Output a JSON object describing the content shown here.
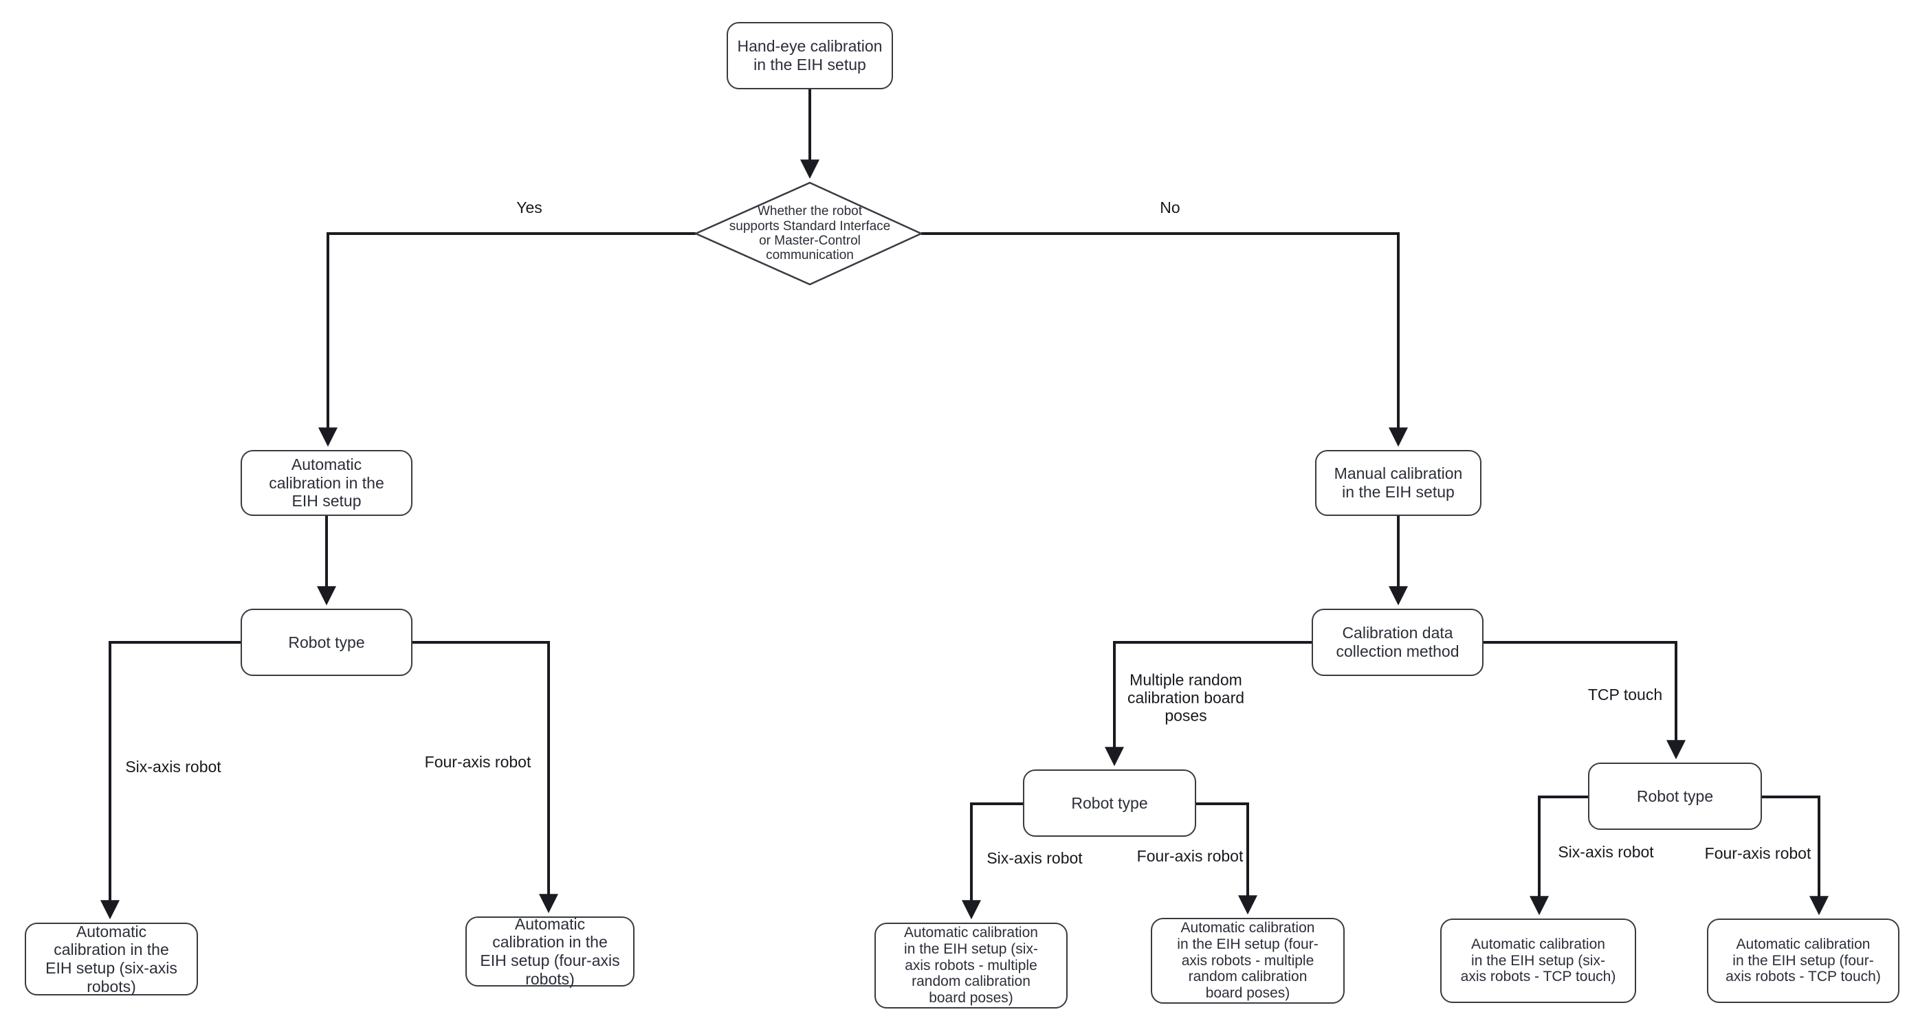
{
  "flowchart": {
    "title_node": "Hand-eye calibration in the EIH setup",
    "colors": {
      "background": "#ffffff",
      "node_fill": "#ffffff",
      "node_border": "#383b42",
      "connector": "#1a1b20",
      "text": "#2b2e38"
    },
    "nodes": {
      "root": {
        "label": "Hand-eye calibration\nin the EIH setup"
      },
      "decision": {
        "label": "Whether the robot\nsupports Standard Interface\nor Master-Control\ncommunication"
      },
      "auto_eih": {
        "label": "Automatic\ncalibration in the\nEIH setup"
      },
      "robot_type_left": {
        "label": "Robot type"
      },
      "manual_eih": {
        "label": "Manual calibration\nin the EIH setup"
      },
      "calib_data_method": {
        "label": "Calibration data\ncollection method"
      },
      "robot_type_middle": {
        "label": "Robot type"
      },
      "robot_type_right": {
        "label": "Robot type"
      },
      "leaf_six_axis": {
        "label": "Automatic\ncalibration in the\nEIH setup (six-axis\nrobots)"
      },
      "leaf_four_axis": {
        "label": "Automatic\ncalibration in the\nEIH setup (four-axis\nrobots)"
      },
      "leaf_six_axis_boards": {
        "label": "Automatic calibration\nin the EIH setup (six-\naxis robots - multiple\nrandom calibration\nboard poses)"
      },
      "leaf_four_axis_boards": {
        "label": "Automatic calibration\nin the EIH setup (four-\naxis robots - multiple\nrandom calibration\nboard poses)"
      },
      "leaf_six_axis_tcp": {
        "label": "Automatic calibration\nin the EIH setup (six-\naxis robots - TCP touch)"
      },
      "leaf_four_axis_tcp": {
        "label": "Automatic calibration\nin the EIH setup (four-\naxis robots - TCP touch)"
      }
    },
    "edge_labels": {
      "yes": "Yes",
      "no": "No",
      "six_axis_left": "Six-axis robot",
      "four_axis_left": "Four-axis robot",
      "multiple_random": "Multiple random\ncalibration board\nposes",
      "tcp_touch": "TCP touch",
      "six_axis_middle": "Six-axis robot",
      "four_axis_middle": "Four-axis robot",
      "six_axis_right": "Six-axis robot",
      "four_axis_right": "Four-axis robot"
    }
  }
}
